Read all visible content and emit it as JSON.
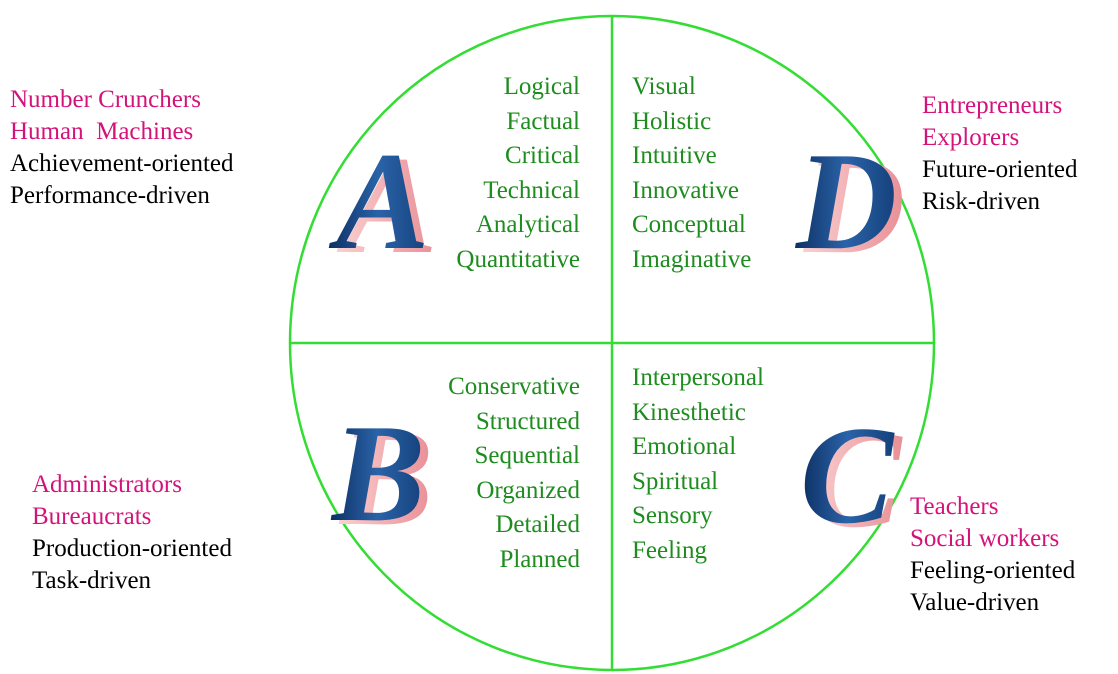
{
  "colors": {
    "circle": "#33dd33",
    "traits": "#1e8c1e",
    "roles": "#d4137a",
    "drives": "#000000",
    "letter_front": "#17437e",
    "letter_side": "#f2a9a9"
  },
  "quadrants": {
    "A": {
      "letter": "A",
      "traits": [
        "Logical",
        "Factual",
        "Critical",
        "Technical",
        "Analytical",
        "Quantitative"
      ],
      "roles": [
        "Number Crunchers",
        "Human  Machines"
      ],
      "drives": [
        "Achievement-oriented",
        "Performance-driven"
      ]
    },
    "D": {
      "letter": "D",
      "traits": [
        "Visual",
        "Holistic",
        "Intuitive",
        "Innovative",
        "Conceptual",
        "Imaginative"
      ],
      "roles": [
        "Entrepreneurs",
        "Explorers"
      ],
      "drives": [
        "Future-oriented",
        "Risk-driven"
      ]
    },
    "B": {
      "letter": "B",
      "traits": [
        "Conservative",
        "Structured",
        "Sequential",
        "Organized",
        "Detailed",
        "Planned"
      ],
      "roles": [
        "Administrators",
        "Bureaucrats"
      ],
      "drives": [
        "Production-oriented",
        "Task-driven"
      ]
    },
    "C": {
      "letter": "C",
      "traits": [
        "Interpersonal",
        "Kinesthetic",
        "Emotional",
        "Spiritual",
        "Sensory",
        "Feeling"
      ],
      "roles": [
        "Teachers",
        "Social workers"
      ],
      "drives": [
        "Feeling-oriented",
        "Value-driven"
      ]
    }
  }
}
